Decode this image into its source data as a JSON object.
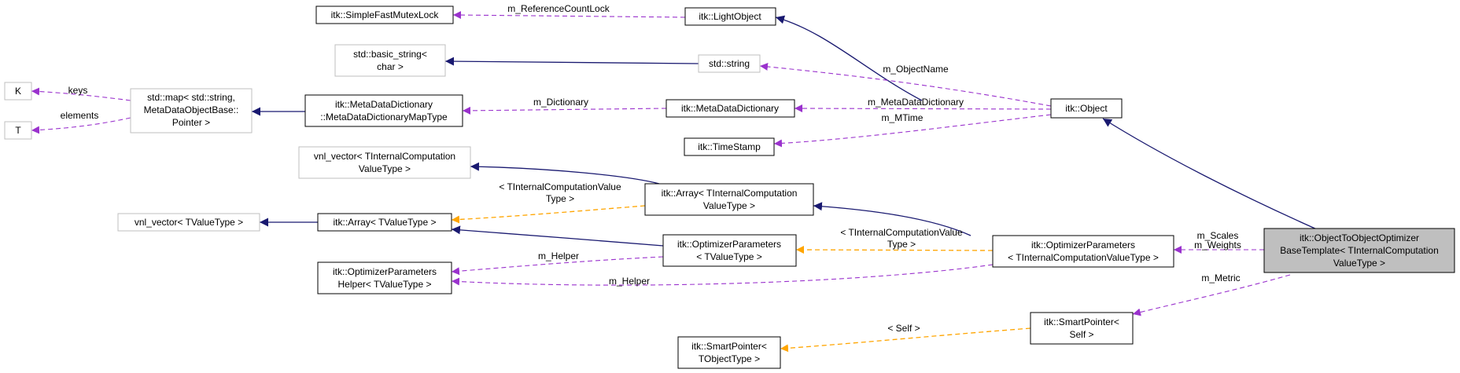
{
  "nodes": {
    "mutex": [
      "itk::SimpleFastMutexLock"
    ],
    "lightobject": [
      "itk::LightObject"
    ],
    "basic_string": [
      "std::basic_string<",
      "char >"
    ],
    "stdstring": [
      "std::string"
    ],
    "K": [
      "K"
    ],
    "T": [
      "T"
    ],
    "stdmap": [
      "std::map< std::string,",
      "MetaDataObjectBase::",
      "Pointer >"
    ],
    "mdmaptype": [
      "itk::MetaDataDictionary",
      "::MetaDataDictionaryMapType"
    ],
    "mdd": [
      "itk::MetaDataDictionary"
    ],
    "object": [
      "itk::Object"
    ],
    "timestamp": [
      "itk::TimeStamp"
    ],
    "vnl_internal": [
      "vnl_vector< TInternalComputation",
      "ValueType >"
    ],
    "array_internal": [
      "itk::Array< TInternalComputation",
      "ValueType >"
    ],
    "vnl_tvalue": [
      "vnl_vector< TValueType >"
    ],
    "array_tvalue": [
      "itk::Array< TValueType >"
    ],
    "optparams_tvalue": [
      "itk::OptimizerParameters",
      "< TValueType >"
    ],
    "optparams_internal": [
      "itk::OptimizerParameters",
      "< TInternalComputationValueType >"
    ],
    "focus": [
      "itk::ObjectToObjectOptimizer",
      "BaseTemplate< TInternalComputation",
      "ValueType >"
    ],
    "helper": [
      "itk::OptimizerParameters",
      "Helper< TValueType >"
    ],
    "smartptr_self": [
      "itk::SmartPointer<",
      "Self >"
    ],
    "smartptr_tobj": [
      "itk::SmartPointer<",
      "TObjectType >"
    ]
  },
  "edge_labels": {
    "m_ReferenceCountLock": "m_ReferenceCountLock",
    "m_ObjectName": "m_ObjectName",
    "keys": "keys",
    "elements": "elements",
    "m_Dictionary": "m_Dictionary",
    "m_MetaDataDictionary": "m_MetaDataDictionary",
    "m_MTime": "m_MTime",
    "templ_internal": [
      "< TInternalComputationValue",
      "Type >"
    ],
    "templ_internal2": [
      "< TInternalComputationValue",
      "Type >"
    ],
    "m_Helper_1": "m_Helper",
    "m_Helper_2": "m_Helper",
    "m_Scales": "m_Scales",
    "m_Weights": "m_Weights",
    "m_Metric": "m_Metric",
    "self": "< Self >"
  },
  "colors": {
    "inheritance": "#191970",
    "member": "#9a32cd",
    "template": "#ffa500",
    "focus_fill": "#bfbfbf",
    "gray_border": "#bfbfbf"
  }
}
